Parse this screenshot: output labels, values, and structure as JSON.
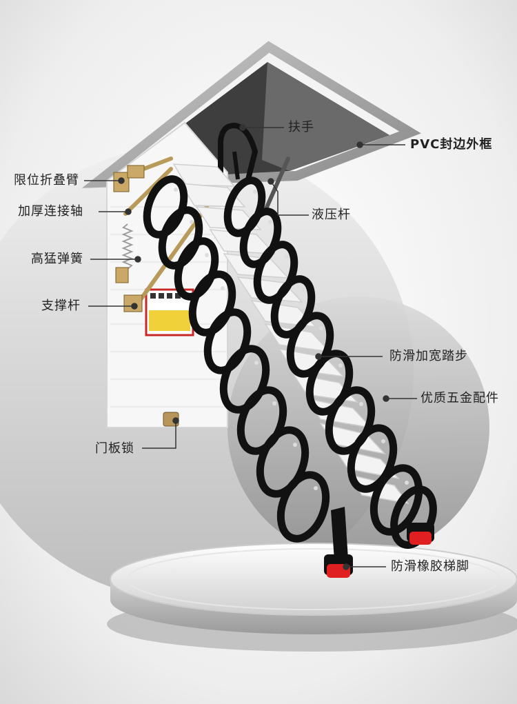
{
  "labels": {
    "handrail": "扶手",
    "pvc_frame": "PVC封边外框",
    "limit_arm": "限位折叠臂",
    "thick_shaft": "加厚连接轴",
    "hydraulic_rod": "液压杆",
    "spring": "高猛弹簧",
    "support_rod": "支撑杆",
    "anti_slip_step": "防滑加宽踏步",
    "hardware": "优质五金配件",
    "door_lock": "门板锁",
    "rubber_foot": "防滑橡胶梯脚"
  },
  "colors": {
    "background": "#f2f2f2",
    "frame": "#9a9a9a",
    "ladder_black": "#111111",
    "step_white": "#f4f4f4",
    "foot_red": "#e02020",
    "pointer": "#333333"
  }
}
